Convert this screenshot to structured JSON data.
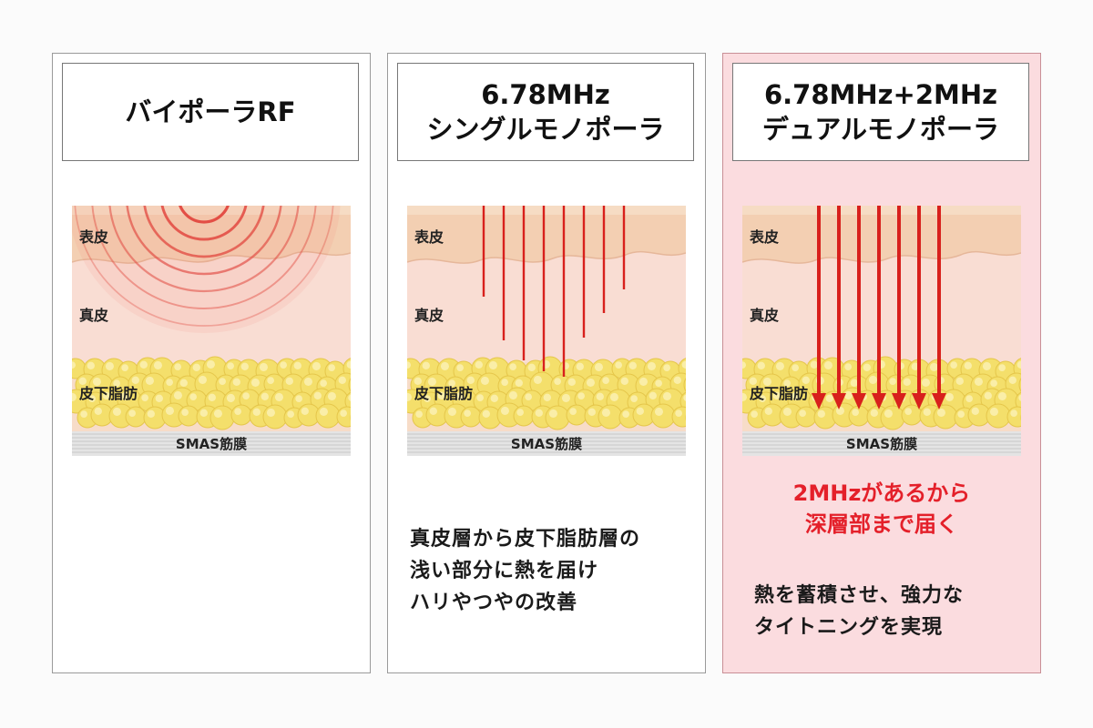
{
  "colors": {
    "epidermis": "#f3cfb2",
    "dermis": "#f9ddd3",
    "fat_bg": "#f7dcc8",
    "fat_cell": "#f4df6b",
    "smas": "#e4e4e4",
    "wave": "#e0473f",
    "arrow": "#d8201c",
    "highlight": "#e4202a",
    "panel3_bg": "#fbdcdf"
  },
  "labels": {
    "epidermis": "表皮",
    "dermis": "真皮",
    "fat": "皮下脂肪",
    "smas": "SMAS筋膜"
  },
  "panels": [
    {
      "title_lines": [
        "バイポーラRF"
      ],
      "visual": "concentric-waves"
    },
    {
      "title_lines": [
        "6.78MHz",
        "シングルモノポーラ"
      ],
      "visual": "vertical-lines",
      "description_lines": [
        "真皮層から皮下脂肪層の",
        "浅い部分に熱を届け",
        "ハリやつやの改善"
      ]
    },
    {
      "title_lines": [
        "6.78MHz+2MHz",
        "デュアルモノポーラ"
      ],
      "visual": "downward-arrows",
      "highlight_lines": [
        "2MHzがあるから",
        "深層部まで届く"
      ],
      "description_lines": [
        "熱を蓄積させ、強力な",
        "タイトニングを実現"
      ]
    }
  ]
}
